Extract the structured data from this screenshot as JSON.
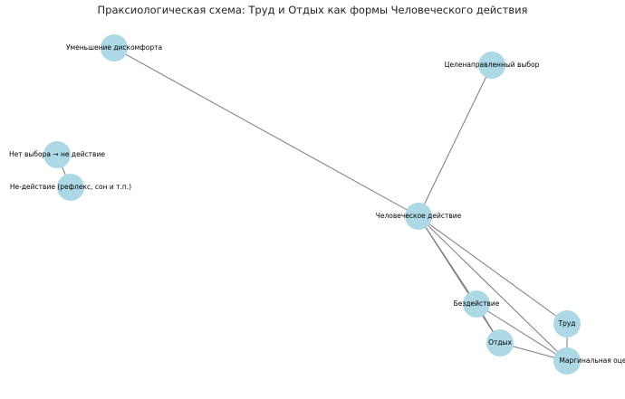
{
  "title": "Праксиологическая схема: Труд и Отдых как формы Человеческого действия",
  "colors": {
    "node": "#add8e6",
    "edge": "#7a7a7a"
  },
  "nodes": [
    {
      "id": "human_action",
      "label": "Человеческое действие"
    },
    {
      "id": "discomfort",
      "label": "Уменьшение дискомфорта"
    },
    {
      "id": "choice",
      "label": "Целенаправленный выбор"
    },
    {
      "id": "no_choice",
      "label": "Нет выбора → не действие"
    },
    {
      "id": "non_action",
      "label": "Не-действие (рефлекс, сон и т.п.)"
    },
    {
      "id": "inaction",
      "label": "Бездействие"
    },
    {
      "id": "labor",
      "label": "Труд"
    },
    {
      "id": "rest",
      "label": "Отдых"
    },
    {
      "id": "marginal",
      "label": "Маргинальная оценка альтернатив"
    }
  ],
  "edges": [
    [
      "human_action",
      "discomfort"
    ],
    [
      "human_action",
      "choice"
    ],
    [
      "human_action",
      "inaction"
    ],
    [
      "human_action",
      "labor"
    ],
    [
      "human_action",
      "rest"
    ],
    [
      "human_action",
      "marginal"
    ],
    [
      "no_choice",
      "non_action"
    ],
    [
      "inaction",
      "rest"
    ],
    [
      "inaction",
      "marginal"
    ],
    [
      "labor",
      "marginal"
    ],
    [
      "rest",
      "marginal"
    ]
  ]
}
